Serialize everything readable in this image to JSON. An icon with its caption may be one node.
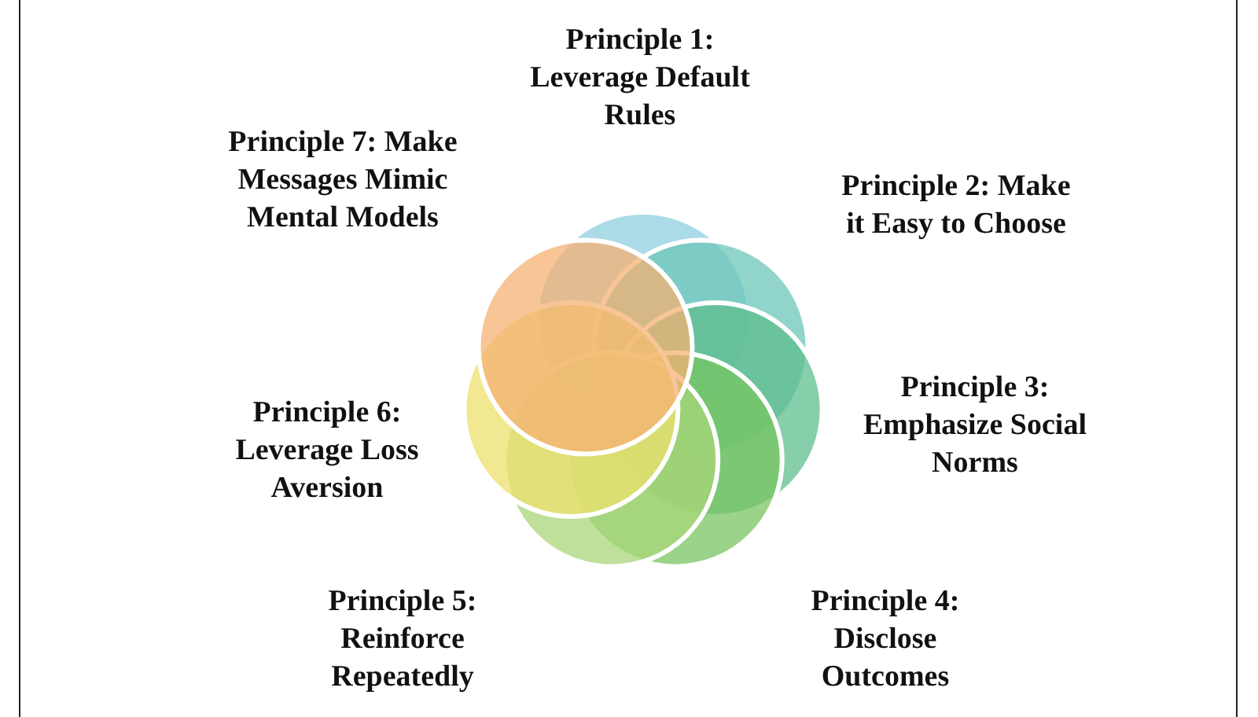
{
  "diagram": {
    "labels": [
      "Principle 1: Leverage Default Rules",
      "Principle 2: Make it Easy to Choose",
      "Principle 3: Emphasize Social Norms",
      "Principle 4: Disclose Outcomes",
      "Principle 5: Reinforce Repeatedly",
      "Principle 6: Leverage Loss Aversion",
      "Principle 7: Make Messages Mimic Mental Models"
    ]
  }
}
